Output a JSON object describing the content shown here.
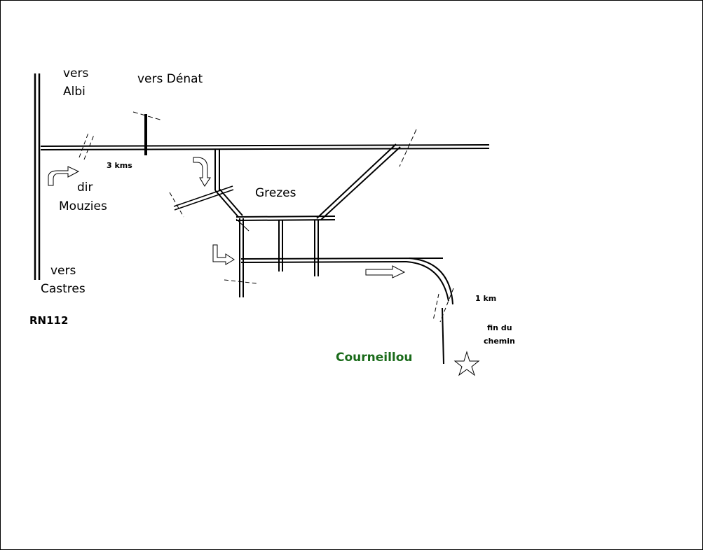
{
  "labels": {
    "vers_albi_1": "vers",
    "vers_albi_2": "Albi",
    "vers_denat": "vers Dénat",
    "distance_3": "3 kms",
    "dir_1": "dir",
    "dir_2": "Mouzies",
    "vers_castres_1": "vers",
    "vers_castres_2": "Castres",
    "road_code": "RN112",
    "village": "Grezes",
    "distance_1": "1 km",
    "fin_1": "fin du",
    "fin_2": "chemin",
    "destination": "Courneillou"
  },
  "colors": {
    "ink": "#000000",
    "destination": "#1a6b1a",
    "background": "#ffffff"
  },
  "icons": {
    "destination_marker": "star-icon",
    "direction_arrows": [
      "curved-right-arrow-icon",
      "curved-down-arrow-icon",
      "down-right-turn-arrow-icon",
      "right-arrow-icon"
    ]
  }
}
